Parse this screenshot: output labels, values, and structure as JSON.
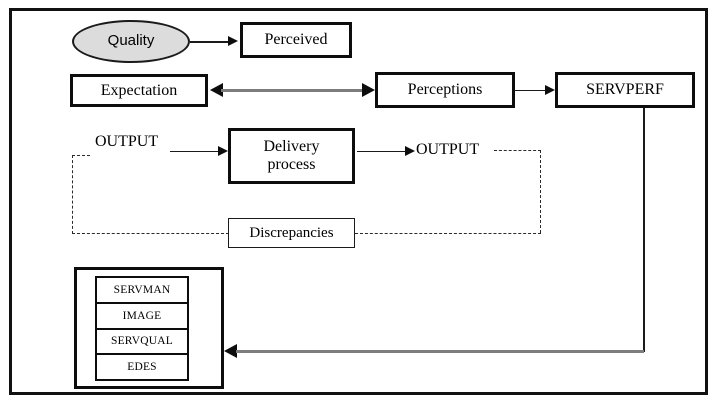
{
  "diagram": {
    "title_text": "",
    "colors": {
      "ellipse_fill": "#dcdcdc",
      "line_black": "#1a1a1a",
      "line_gray": "#7d7d7d",
      "frame_border": "#111111",
      "background": "#ffffff"
    },
    "nodes": {
      "quality": {
        "label": "Quality",
        "shape": "ellipse"
      },
      "perceived": {
        "label": "Perceived",
        "shape": "rectangle"
      },
      "expectation": {
        "label": "Expectation",
        "shape": "rectangle"
      },
      "perceptions": {
        "label": "Perceptions",
        "shape": "rectangle"
      },
      "servperf": {
        "label": "SERVPERF",
        "shape": "rectangle"
      },
      "output_left": {
        "label": "OUTPUT",
        "shape": "text"
      },
      "delivery_process": {
        "label_line1": "Delivery",
        "label_line2": "process",
        "shape": "rectangle"
      },
      "output_right": {
        "label": "OUTPUT",
        "shape": "text"
      },
      "discrepancies": {
        "label": "Discrepancies",
        "shape": "rectangle"
      }
    },
    "stack": {
      "rows": [
        {
          "label": "SERVMAN"
        },
        {
          "label": "IMAGE"
        },
        {
          "label": "SERVQUAL"
        },
        {
          "label": "EDES"
        }
      ]
    },
    "connectors": [
      {
        "name": "quality-to-perceived",
        "style": "solid-black",
        "direction": "right"
      },
      {
        "name": "expectation-perceptions",
        "style": "solid-gray",
        "direction": "bidirectional"
      },
      {
        "name": "perceptions-to-servperf",
        "style": "solid-black",
        "direction": "right"
      },
      {
        "name": "output-left-to-delivery",
        "style": "solid-black",
        "direction": "right"
      },
      {
        "name": "delivery-to-output-right",
        "style": "solid-black",
        "direction": "right"
      },
      {
        "name": "output-right-to-discrepancies",
        "style": "dashed",
        "direction": "none"
      },
      {
        "name": "discrepancies-to-output-left",
        "style": "dashed",
        "direction": "none"
      },
      {
        "name": "servperf-to-stack",
        "style": "solid-gray",
        "direction": "left"
      }
    ]
  }
}
